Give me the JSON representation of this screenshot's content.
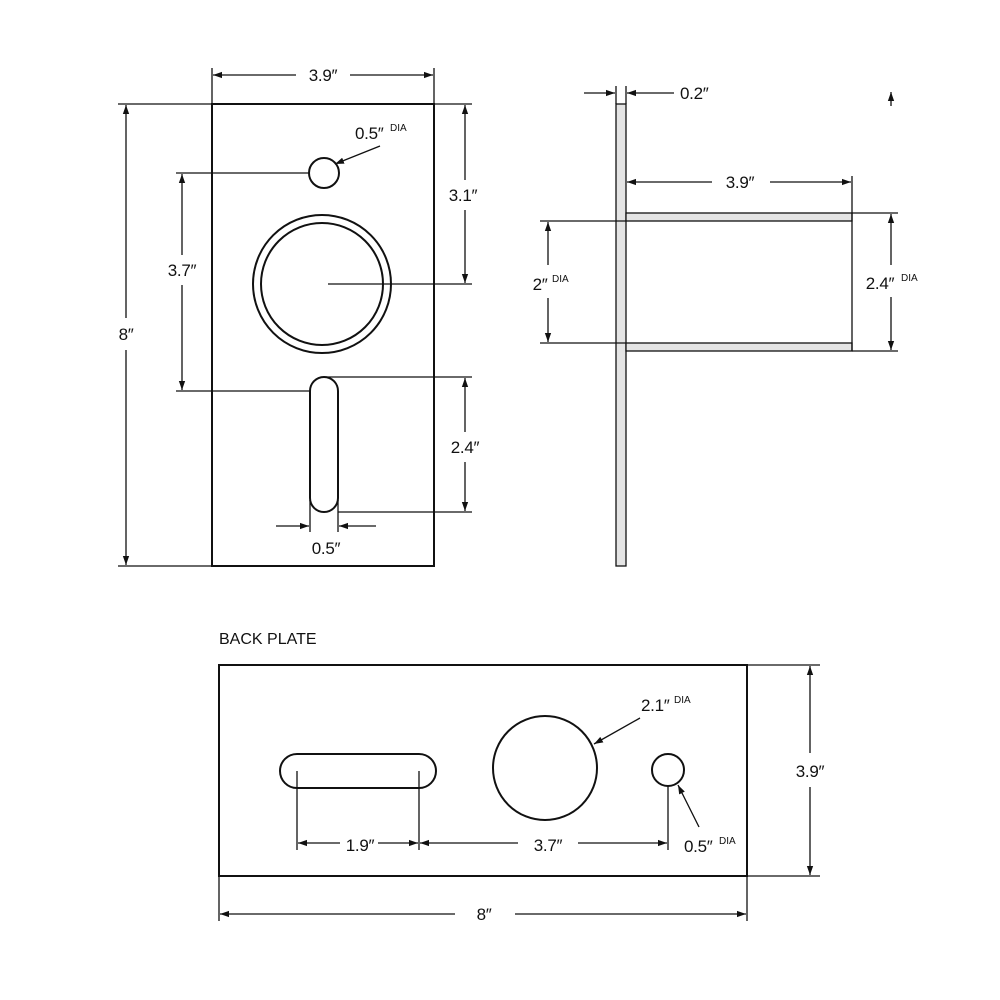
{
  "colors": {
    "stroke": "#111111",
    "background": "#ffffff",
    "hatch_fill": "#e4e4e4"
  },
  "front_view": {
    "width": "3.9″",
    "height": "8″",
    "small_hole": "0.5″",
    "small_hole_unit": "DIA",
    "hole_offset": "3.7″",
    "tube_offset": "3.1″",
    "slot_length": "2.4″",
    "slot_width": "0.5″"
  },
  "side_view": {
    "plate_thickness": "0.2″",
    "tube_length": "3.9″",
    "inner_diameter": "2″",
    "inner_diameter_unit": "DIA",
    "outer_diameter": "2.4″",
    "outer_diameter_unit": "DIA"
  },
  "back_plate": {
    "title": "BACK PLATE",
    "height": "3.9″",
    "width": "8″",
    "large_hole": "2.1″",
    "large_hole_unit": "DIA",
    "small_hole": "0.5″",
    "small_hole_unit": "DIA",
    "slot_length": "1.9″",
    "hole_spacing": "3.7″"
  }
}
